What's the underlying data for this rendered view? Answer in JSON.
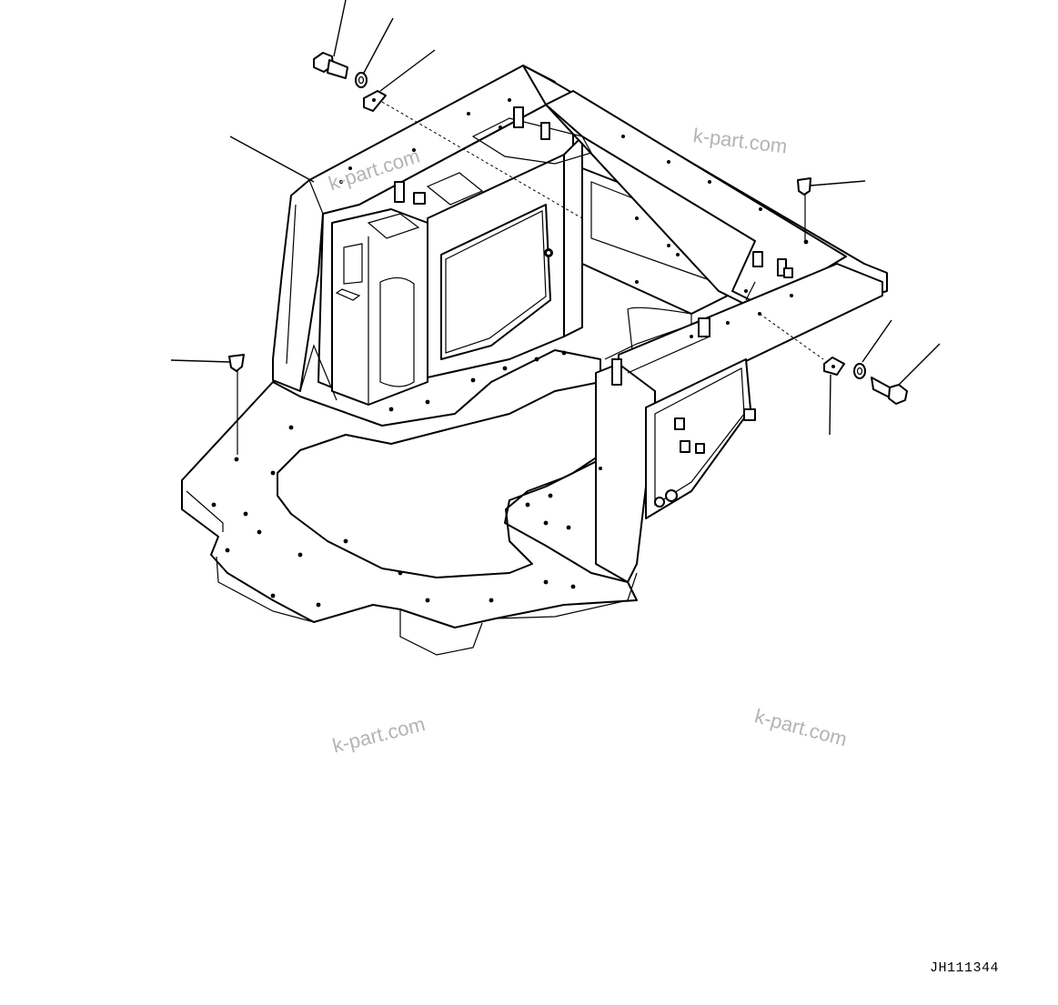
{
  "drawing": {
    "code": "JH111344",
    "watermarks": [
      "k-part.com",
      "k-part.com",
      "k-part.com",
      "k-part.com"
    ]
  },
  "icons": {
    "bolt_left": "bolt-icon",
    "washer_left": "washer-icon",
    "plate_nut_left": "plate-nut-icon",
    "bolt_right": "bolt-icon",
    "washer_right": "washer-icon",
    "plate_nut_right": "plate-nut-icon",
    "cushion_left": "cushion-icon",
    "cushion_right": "cushion-icon"
  }
}
